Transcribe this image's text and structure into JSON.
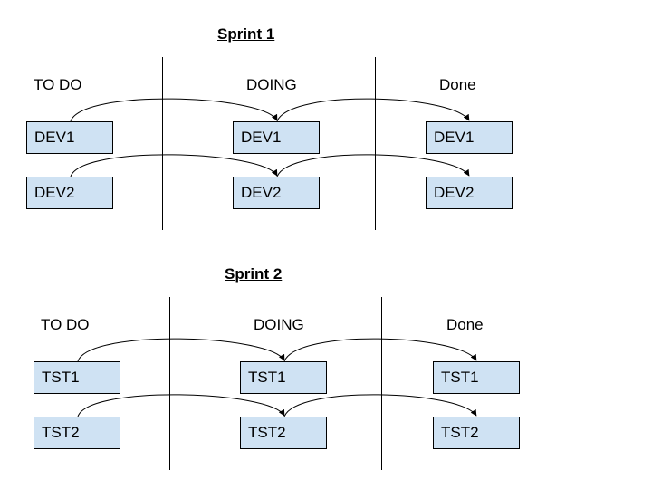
{
  "sprint1": {
    "title": "Sprint 1",
    "columns": [
      "TO DO",
      "DOING",
      "Done"
    ],
    "rows": [
      [
        "DEV1",
        "DEV1",
        "DEV1"
      ],
      [
        "DEV2",
        "DEV2",
        "DEV2"
      ]
    ]
  },
  "sprint2": {
    "title": "Sprint 2",
    "columns": [
      "TO DO",
      "DOING",
      "Done"
    ],
    "rows": [
      [
        "TST1",
        "TST1",
        "TST1"
      ],
      [
        "TST2",
        "TST2",
        "TST2"
      ]
    ]
  },
  "colors": {
    "card_fill": "#cfe2f3",
    "line": "#000000"
  }
}
